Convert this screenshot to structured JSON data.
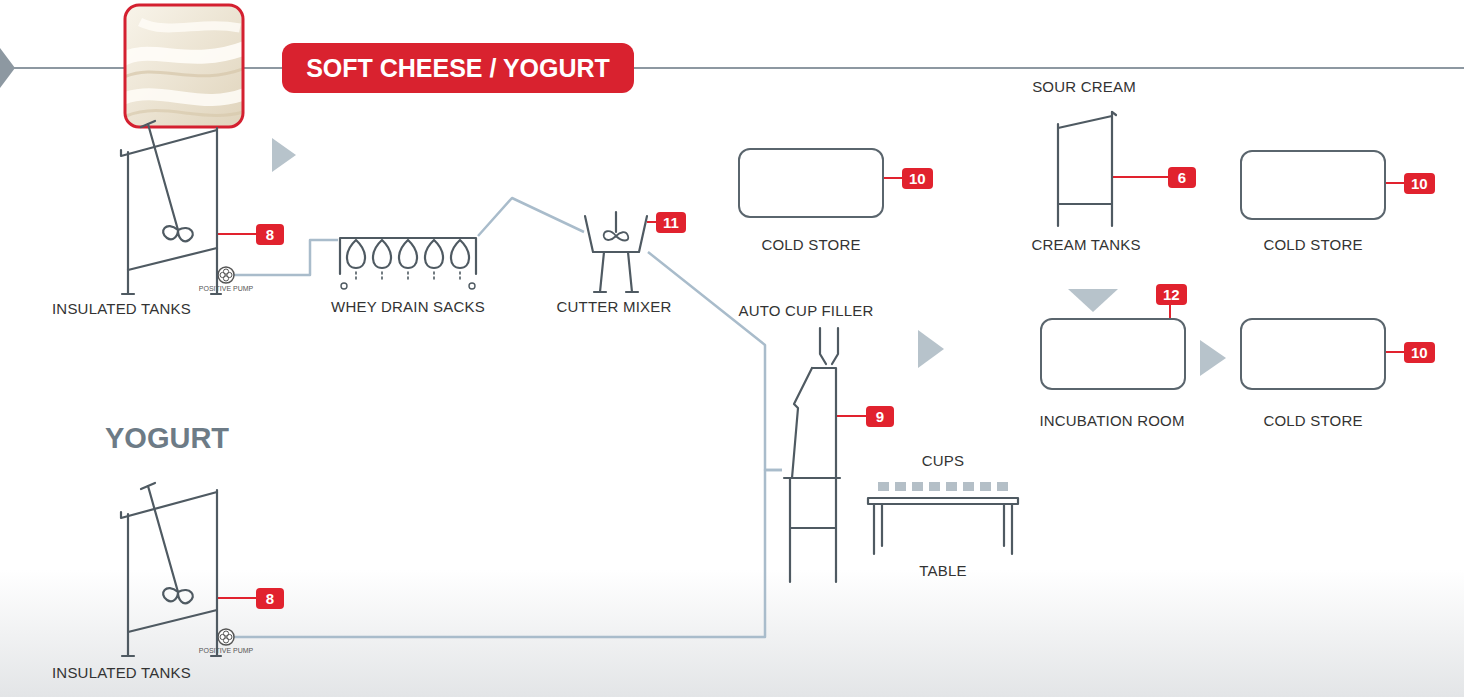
{
  "diagram": {
    "title": "SOFT CHEESE / YOGURT",
    "nodes": [
      {
        "text": [
          "INSULATED TANKS"
        ]
      },
      {
        "text": [
          "WHEY DRAIN SACKS"
        ]
      },
      {
        "text": [
          "CUTTER MIXER"
        ]
      },
      {
        "text": [
          "COLD STORE"
        ]
      },
      {
        "text": [
          "AUTO CUP FILLER"
        ]
      },
      {
        "text": [
          "CUPS",
          "TABLE"
        ]
      },
      {
        "text": [
          "SOUR CREAM",
          "CREAM TANKS"
        ]
      },
      {
        "text": [
          "COLD STORE"
        ]
      },
      {
        "text": [
          "INCUBATION ROOM"
        ]
      },
      {
        "text": [
          "COLD STORE"
        ]
      },
      {
        "text": [
          "INSULATED TANKS"
        ]
      }
    ],
    "edges": [
      {
        "from": 0,
        "to": 1,
        "arrow": "none"
      },
      {
        "from": 1,
        "to": 2,
        "arrow": "none"
      },
      {
        "from": 2,
        "to": 4,
        "arrow": "none"
      },
      {
        "from": 10,
        "to": 4,
        "arrow": "none"
      }
    ],
    "labels": [
      "10",
      "8",
      "11",
      "6",
      "10",
      "9",
      "12",
      "10",
      "8",
      "YOGURT",
      "POSITIVE PUMP",
      "POSITIVE PUMP"
    ]
  }
}
